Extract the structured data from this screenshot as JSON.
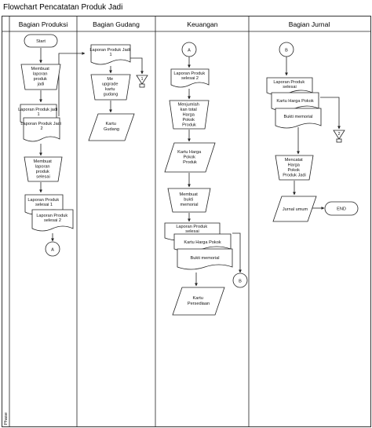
{
  "title": "Flowchart Pencatatan Produk Jadi",
  "side_label": "Phase",
  "lanes": [
    "Bagian Produksi",
    "Bagian Gudang",
    "Keuangan",
    "Bagian Jurnal"
  ],
  "nodes": {
    "p_start": "Start",
    "p_manual1": [
      "Membuat",
      "laporan",
      "produk",
      "jadi"
    ],
    "p_doc1": [
      "Laporan Produk jadi",
      "1"
    ],
    "p_doc2": [
      "Laporan Produk Jadi",
      "2"
    ],
    "p_manual2": [
      "Membuat",
      "laporan",
      "produk",
      "selesai"
    ],
    "p_doc3": [
      "Laporan Produk",
      "selesai 1"
    ],
    "p_doc4": [
      "Laporan Produk",
      "selesai 2"
    ],
    "p_conn": "A",
    "g_doc1": [
      "Laporan Produk Jadi",
      "1"
    ],
    "g_manual": [
      "Me",
      "upgrade",
      "kartu",
      "gudang"
    ],
    "g_file": "1",
    "g_data": [
      "Kartu",
      "Gudang"
    ],
    "k_conn": "A",
    "k_doc1": [
      "Laporan Produk",
      "selesai 2"
    ],
    "k_manual1": [
      "Menjumlah",
      "kan total",
      "Harga",
      "Pokok",
      "Produk"
    ],
    "k_data1": [
      "Kartu Harga",
      "Pokok",
      "Produk"
    ],
    "k_manual2": [
      "Membuat",
      "bukti",
      "memorial"
    ],
    "k_doc2": [
      "Laporan Produk",
      "selesai"
    ],
    "k_doc3": [
      "Kartu Harga Pokok"
    ],
    "k_doc4": [
      "Bukti memorial"
    ],
    "k_conn_b": "B",
    "k_data2": [
      "Kartu",
      "Persediaan"
    ],
    "j_conn": "B",
    "j_doc1": [
      "Laporan Produk",
      "selesai"
    ],
    "j_doc2": [
      "Kartu Harga Pokok"
    ],
    "j_doc3": [
      "Bukti memorial"
    ],
    "j_file": "2",
    "j_manual": [
      "Mencatat",
      "Harga",
      "Pokok",
      "Produk Jadi"
    ],
    "j_data": [
      "Jurnal umum"
    ],
    "j_end": "END"
  }
}
